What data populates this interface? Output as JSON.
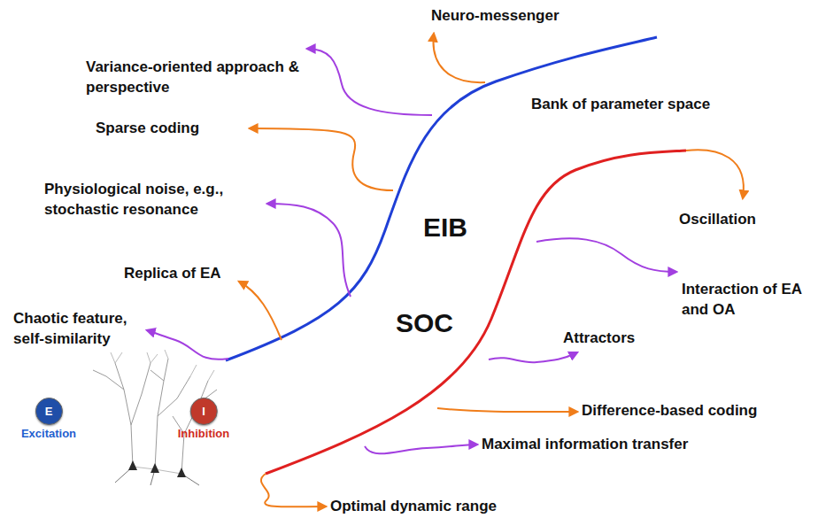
{
  "diagram": {
    "nodes": [
      {
        "text": [
          "E",
          "Excitation"
        ]
      },
      {
        "text": [
          "I",
          "Inhibition"
        ]
      }
    ],
    "labels": [
      "Neuro-messenger",
      "Variance-oriented approach & perspective",
      "Bank of parameter space",
      "Sparse coding",
      "Physiological noise, e.g., stochastic resonance",
      "EIB",
      "Oscillation",
      "Replica of EA",
      "Interaction of EA and OA",
      "SOC",
      "Chaotic feature, self-similarity",
      "Attractors",
      "Difference-based coding",
      "Maximal information transfer",
      "Optimal dynamic range"
    ]
  }
}
